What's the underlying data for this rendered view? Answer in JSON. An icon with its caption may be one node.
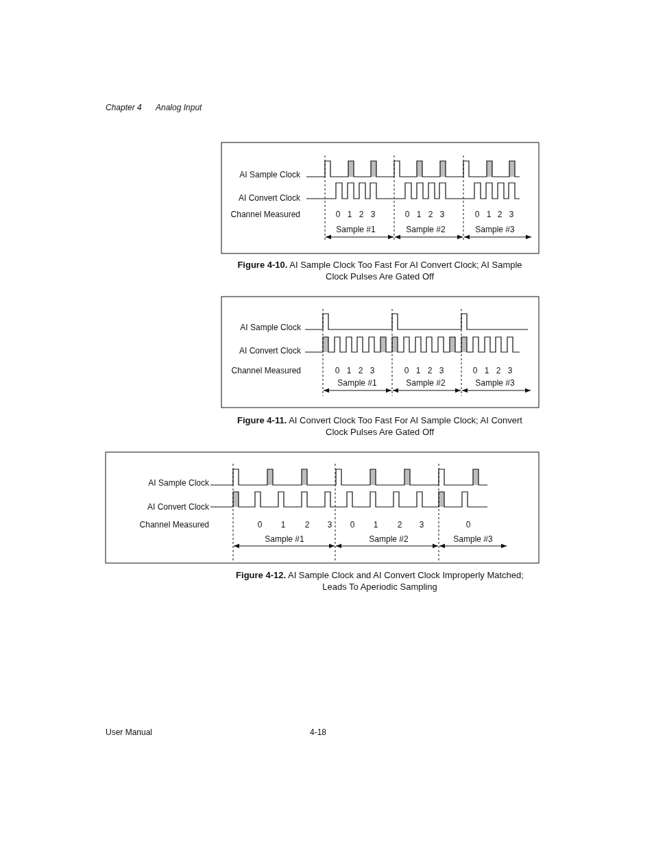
{
  "diagram": {
    "labels": [
      "Chapter 4",
      "Analog Input",
      "AI Sample Clock",
      "AI Convert Clock",
      "Channel Measured",
      "0",
      "1",
      "2",
      "3",
      "0",
      "1",
      "2",
      "3",
      "0",
      "1",
      "2",
      "3",
      "Sample #1",
      "Sample #2",
      "Sample #3",
      "**Figure 4-10.** AI Sample Clock Too Fast For AI Convert Clock; AI Sample Clock Pulses Are Gated Off",
      "AI Sample Clock",
      "AI Convert Clock",
      "Channel Measured",
      "0",
      "1",
      "2",
      "3",
      "0",
      "1",
      "2",
      "3",
      "0",
      "1",
      "2",
      "3",
      "Sample #1",
      "Sample #2",
      "Sample #3",
      "**Figure 4-11.** AI Convert Clock Too Fast For AI Sample Clock; AI Convert Clock Pulses Are Gated Off",
      "AI Sample Clock",
      "AI Convert Clock",
      "Channel Measured",
      "0",
      "1",
      "2",
      "3",
      "0",
      "1",
      "2",
      "3",
      "0",
      "Sample #1",
      "Sample #2",
      "Sample #3",
      "**Figure 4-12.** AI Sample Clock and AI Convert Clock Improperly Matched; Leads To Aperiodic Sampling",
      "User Manual",
      "4-18"
    ]
  }
}
